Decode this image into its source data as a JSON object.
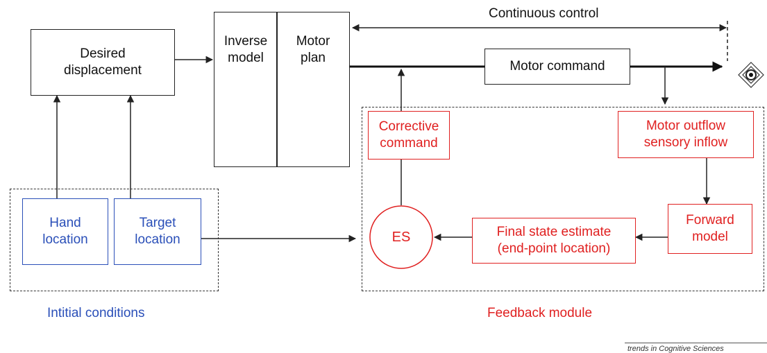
{
  "diagram": {
    "desired_displacement": "Desired\ndisplacement",
    "inverse_model": "Inverse\nmodel",
    "motor_plan": "Motor\nplan",
    "continuous_control": "Continuous control",
    "motor_command": "Motor command",
    "corrective_command": "Corrective\ncommand",
    "motor_outflow": "Motor outflow\nsensory inflow",
    "forward_model": "Forward\nmodel",
    "final_state": "Final state estimate\n(end-point location)",
    "es": "ES",
    "hand_location": "Hand\nlocation",
    "target_location": "Target\nlocation",
    "initial_conditions": "Intitial conditions",
    "feedback_module": "Feedback module",
    "credit": "trends in Cognitive Sciences"
  },
  "colors": {
    "black": "#222222",
    "red": "#e02020",
    "blue": "#2a4fb8"
  }
}
